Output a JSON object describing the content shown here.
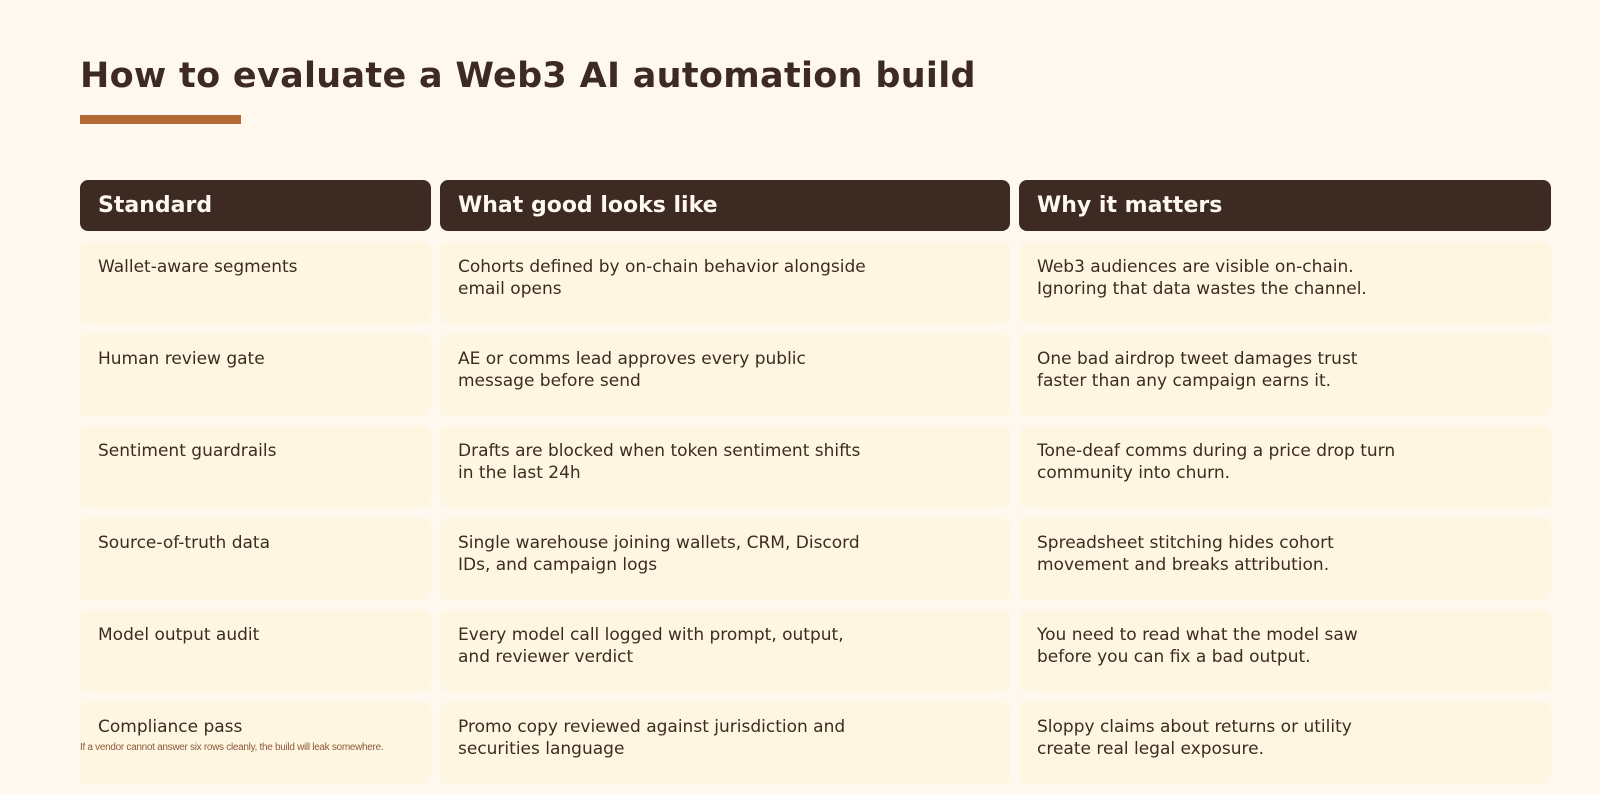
{
  "title": "How to evaluate a Web3 AI automation build",
  "colors": {
    "background": "#fff8ee",
    "header": "#3d2b23",
    "accent": "#b36a35",
    "cell": "#fff6e1"
  },
  "table": {
    "headers": [
      "Standard",
      "What good looks like",
      "Why it matters"
    ],
    "rows": [
      {
        "standard": "Wallet-aware segments",
        "good": "Cohorts defined by on-chain behavior alongside email opens",
        "why": "Web3 audiences are visible on-chain. Ignoring that data wastes the channel."
      },
      {
        "standard": "Human review gate",
        "good": "AE or comms lead approves every public message before send",
        "why": "One bad airdrop tweet damages trust faster than any campaign earns it."
      },
      {
        "standard": "Sentiment guardrails",
        "good": "Drafts are blocked when token sentiment shifts in the last 24h",
        "why": "Tone-deaf comms during a price drop turn community into churn."
      },
      {
        "standard": "Source-of-truth data",
        "good": "Single warehouse joining wallets, CRM, Discord IDs, and campaign logs",
        "why": "Spreadsheet stitching hides cohort movement and breaks attribution."
      },
      {
        "standard": "Model output audit",
        "good": "Every model call logged with prompt, output, and reviewer verdict",
        "why": "You need to read what the model saw before you can fix a bad output."
      },
      {
        "standard": "Compliance pass",
        "good": "Promo copy reviewed against jurisdiction and securities language",
        "why": "Sloppy claims about returns or utility create real legal exposure."
      }
    ]
  },
  "footnote": "If a vendor cannot answer six rows cleanly, the build will leak somewhere."
}
